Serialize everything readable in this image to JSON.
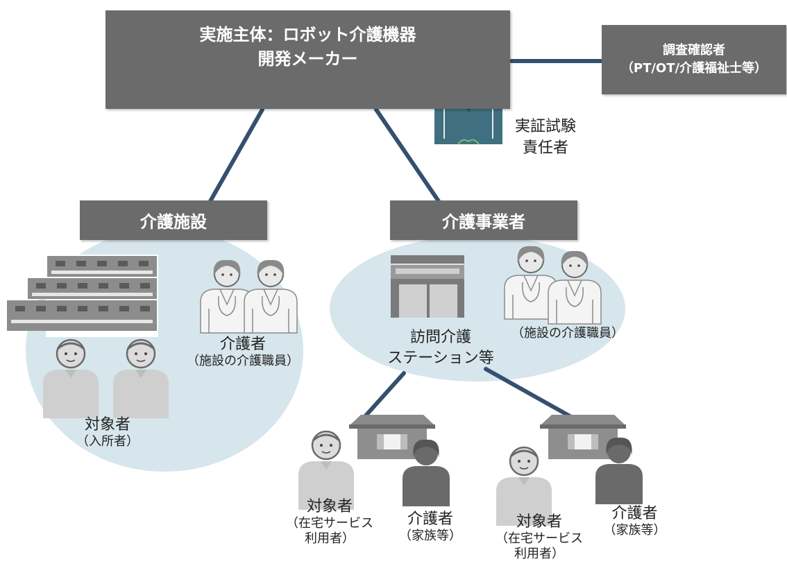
{
  "main_box": {
    "line1": "実施主体：ロボット介護機器",
    "line2": "開発メーカー"
  },
  "reviewer_box": {
    "line1": "調査確認者",
    "line2": "（PT/OT/介護福祉士等）"
  },
  "lead": {
    "line1": "実証試験",
    "line2": "責任者"
  },
  "facility": {
    "title": "介護施設",
    "caregiver": {
      "line1": "介護者",
      "line2": "（施設の介護職員）"
    },
    "subject": {
      "line1": "対象者",
      "line2": "（入所者）"
    }
  },
  "provider": {
    "title": "介護事業者",
    "station": {
      "line1": "訪問介護",
      "line2": "ステーション等"
    },
    "staff": "（施設の介護職員）"
  },
  "home1": {
    "subject": {
      "line1": "対象者",
      "line2": "（在宅サービス",
      "line3": "利用者）"
    },
    "caregiver": {
      "line1": "介護者",
      "line2": "（家族等）"
    }
  },
  "home2": {
    "subject": {
      "line1": "対象者",
      "line2": "（在宅サービス",
      "line3": "利用者）"
    },
    "caregiver": {
      "line1": "介護者",
      "line2": "（家族等）"
    }
  },
  "colors": {
    "box": "#6b6b6b",
    "connector": "#34506e",
    "ellipse": "#d6e6ec",
    "suit": "#3f6f80"
  }
}
